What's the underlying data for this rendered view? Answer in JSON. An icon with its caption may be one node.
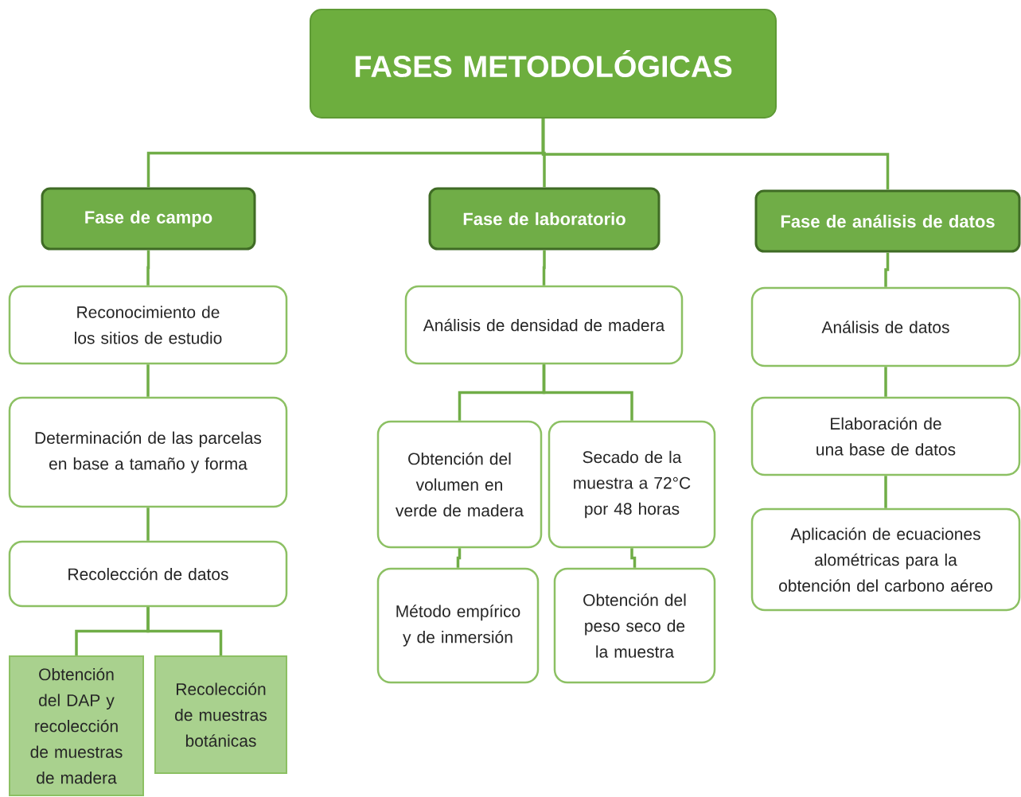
{
  "diagram": {
    "nodes": [
      {
        "text": [
          "FASES METODOLÓGICAS"
        ]
      },
      {
        "text": [
          "Fase de campo"
        ]
      },
      {
        "text": [
          "Fase de laboratorio"
        ]
      },
      {
        "text": [
          "Fase de análisis de datos"
        ]
      },
      {
        "text": [
          "Reconocimiento de los sitios de estudio"
        ]
      },
      {
        "text": [
          "Determinación de las parcelas en base a tamaño y forma"
        ]
      },
      {
        "text": [
          "Recolección de datos"
        ]
      },
      {
        "text": [
          "Obtención del DAP y recolección de muestras de madera"
        ]
      },
      {
        "text": [
          "Recolección de muestras botánicas"
        ]
      },
      {
        "text": [
          "Análisis de densidad de madera"
        ]
      },
      {
        "text": [
          "Obtención del volumen en verde de madera"
        ]
      },
      {
        "text": [
          "Secado de la muestra a 72°C por 48 horas"
        ]
      },
      {
        "text": [
          "Método empírico y de inmersión"
        ]
      },
      {
        "text": [
          "Obtención del peso seco de la muestra"
        ]
      },
      {
        "text": [
          "Análisis de datos"
        ]
      },
      {
        "text": [
          "Elaboración de una base de datos"
        ]
      },
      {
        "text": [
          "Aplicación de ecuaciones alométricas para la obtención del carbono aéreo"
        ]
      }
    ],
    "edges": [
      {
        "from": 0,
        "to": 1,
        "arrow": "none"
      },
      {
        "from": 0,
        "to": 2,
        "arrow": "none"
      },
      {
        "from": 0,
        "to": 3,
        "arrow": "none"
      },
      {
        "from": 1,
        "to": 4,
        "arrow": "none"
      },
      {
        "from": 4,
        "to": 5,
        "arrow": "none"
      },
      {
        "from": 5,
        "to": 6,
        "arrow": "none"
      },
      {
        "from": 6,
        "to": 7,
        "arrow": "none"
      },
      {
        "from": 6,
        "to": 8,
        "arrow": "none"
      },
      {
        "from": 2,
        "to": 9,
        "arrow": "none"
      },
      {
        "from": 9,
        "to": 10,
        "arrow": "none"
      },
      {
        "from": 9,
        "to": 11,
        "arrow": "none"
      },
      {
        "from": 10,
        "to": 12,
        "arrow": "none"
      },
      {
        "from": 11,
        "to": 13,
        "arrow": "none"
      },
      {
        "from": 3,
        "to": 14,
        "arrow": "none"
      },
      {
        "from": 14,
        "to": 15,
        "arrow": "none"
      },
      {
        "from": 15,
        "to": 16,
        "arrow": "none"
      }
    ]
  }
}
